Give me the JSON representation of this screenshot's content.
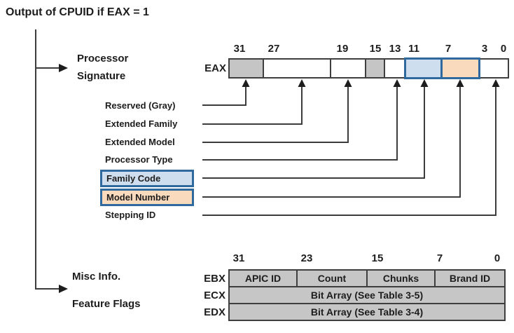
{
  "title": "Output of CPUID if EAX = 1",
  "colors": {
    "background": "#ffffff",
    "text": "#1d1d1d",
    "line": "#3c3c3c",
    "reserved_gray_fill": "#c5c5c5",
    "family_code_blue_fill": "#cfdeee",
    "model_number_orange_fill": "#fadabc",
    "highlight_border_blue": "#2f699e",
    "table_gray_fill": "#c6c6c6"
  },
  "signature": {
    "label": "Processor\nSignature",
    "register": "EAX",
    "bit_labels": [
      "31",
      "27",
      "19",
      "15",
      "13",
      "11",
      "7",
      "3",
      "0"
    ],
    "segments": [
      {
        "name": "reserved",
        "bits": "31..28",
        "fill": "gray"
      },
      {
        "name": "extended-family",
        "bits": "27..20",
        "fill": "white"
      },
      {
        "name": "extended-model",
        "bits": "19..16",
        "fill": "white"
      },
      {
        "name": "reserved",
        "bits": "15..14",
        "fill": "gray"
      },
      {
        "name": "processor-type",
        "bits": "13..12",
        "fill": "white"
      },
      {
        "name": "family-code",
        "bits": "11..8",
        "fill": "blue"
      },
      {
        "name": "model-number",
        "bits": "7..4",
        "fill": "orange"
      },
      {
        "name": "stepping-id",
        "bits": "3..0",
        "fill": "white"
      }
    ],
    "callouts": {
      "reserved": "Reserved (Gray)",
      "extended_family": "Extended Family",
      "extended_model": "Extended Model",
      "processor_type": "Processor Type",
      "family_code": "Family Code",
      "model_number": "Model Number",
      "stepping_id": "Stepping ID"
    }
  },
  "misc_info": {
    "label": "Misc Info."
  },
  "feature_flags": {
    "label": "Feature Flags"
  },
  "lower": {
    "bit_labels": [
      "31",
      "23",
      "15",
      "7",
      "0"
    ],
    "rows": [
      {
        "register": "EBX",
        "cells": [
          "APIC ID",
          "Count",
          "Chunks",
          "Brand ID"
        ]
      },
      {
        "register": "ECX",
        "cells": [
          "Bit Array (See Table 3-5)"
        ]
      },
      {
        "register": "EDX",
        "cells": [
          "Bit Array (See Table 3-4)"
        ]
      }
    ]
  }
}
